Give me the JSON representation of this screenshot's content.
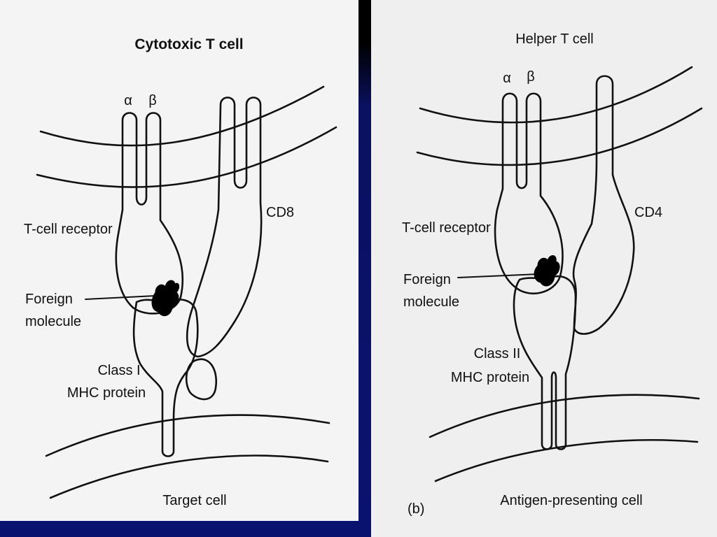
{
  "left_panel": {
    "title": "Cytotoxic T cell",
    "alpha": "α",
    "beta": "β",
    "receptor_label": "T-cell receptor",
    "coreceptor_label": "CD8",
    "foreign_line1": "Foreign",
    "foreign_line2": "molecule",
    "mhc_line1": "Class I",
    "mhc_line2": "MHC protein",
    "bottom_label": "Target cell"
  },
  "right_panel": {
    "title": "Helper T cell",
    "alpha": "α",
    "beta": "β",
    "receptor_label": "T-cell receptor",
    "coreceptor_label": "CD4",
    "foreign_line1": "Foreign",
    "foreign_line2": "molecule",
    "mhc_line1": "Class II",
    "mhc_line2": "MHC protein",
    "panel_letter": "(b)",
    "bottom_label": "Antigen-presenting cell"
  },
  "colors": {
    "background": "#0a1160",
    "panel": "#f2f2f2",
    "ink": "#111111",
    "antigen": "#000000"
  }
}
